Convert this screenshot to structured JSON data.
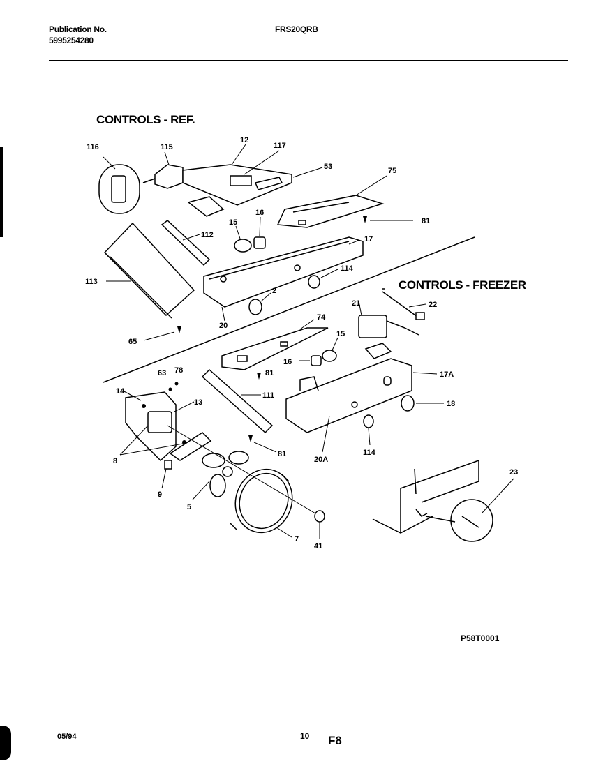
{
  "header": {
    "publication_label": "Publication No.",
    "publication_number": "5995254280",
    "model": "FRS20QRB"
  },
  "sections": {
    "refrigerator": "CONTROLS - REF.",
    "freezer": "CONTROLS - FREEZER"
  },
  "callouts": {
    "c116": "116",
    "c115": "115",
    "c12": "12",
    "c117": "117",
    "c53": "53",
    "c75": "75",
    "c81a": "81",
    "c15a": "15",
    "c16a": "16",
    "c112": "112",
    "c17": "17",
    "c114a": "114",
    "c113": "113",
    "c2": "2",
    "c20": "20",
    "c65": "65",
    "c21": "21",
    "c22": "22",
    "c74": "74",
    "c15b": "15",
    "c16b": "16",
    "c81b": "81",
    "c17A": "17A",
    "c18": "18",
    "c63": "63",
    "c78": "78",
    "c14": "14",
    "c13": "13",
    "c111": "111",
    "c8": "8",
    "c81c": "81",
    "c20A": "20A",
    "c114b": "114",
    "c9": "9",
    "c5": "5",
    "c7": "7",
    "c41": "41",
    "c23": "23"
  },
  "drawing_code": "P58T0001",
  "footer": {
    "date": "05/94",
    "page": "10",
    "figure": "F8"
  }
}
